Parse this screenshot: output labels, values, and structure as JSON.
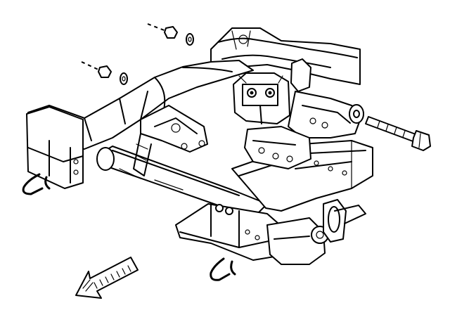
{
  "diagram": {
    "parts": [
      "frame-crossmember",
      "upper-mount-bracket",
      "bolt",
      "washer",
      "nut",
      "left-frame-rail",
      "right-frame-rail",
      "tow-hook",
      "bushing",
      "front-direction-arrow"
    ],
    "colors": {
      "line": "#000000",
      "background": "#ffffff"
    }
  }
}
